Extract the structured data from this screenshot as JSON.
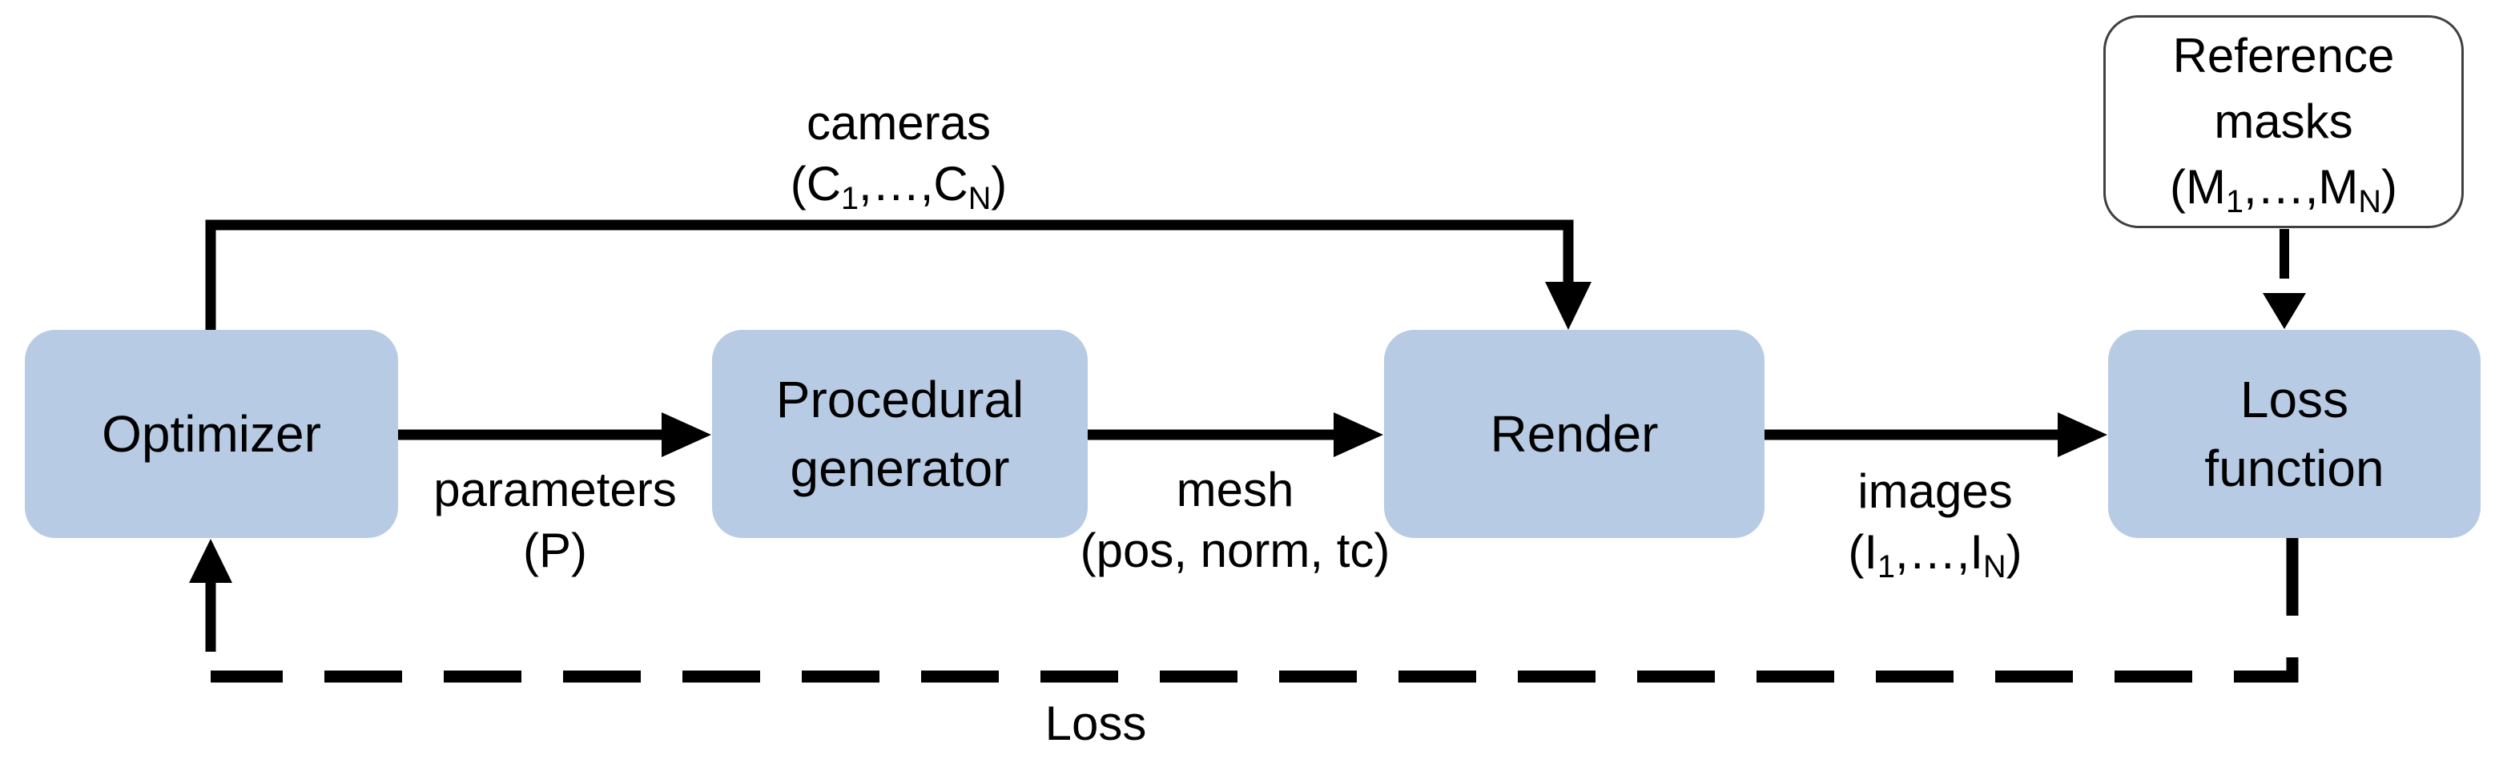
{
  "theme": {
    "background": "#ffffff",
    "node_fill": "#b8cbe4",
    "node_text": "#000000",
    "reference_box_fill": "#ffffff",
    "reference_box_border": "#404040",
    "connector_color": "#000000"
  },
  "nodes": {
    "optimizer": {
      "label": "Optimizer"
    },
    "procedural_generator": {
      "line1": "Procedural",
      "line2": "generator"
    },
    "render": {
      "label": "Render"
    },
    "loss_function": {
      "line1": "Loss",
      "line2": "function"
    },
    "reference_masks": {
      "line1": "Reference",
      "line2": "masks",
      "formula": {
        "pre": "(M",
        "sub1": "1",
        "mid": ",…,M",
        "sub2": "N",
        "post": ")"
      }
    }
  },
  "edges": {
    "parameters": {
      "line1": "parameters",
      "line2": "(P)"
    },
    "mesh": {
      "line1": "mesh",
      "line2": "(pos, norm, tc)"
    },
    "images": {
      "line1": "images",
      "formula": {
        "pre": "(I",
        "sub1": "1",
        "mid": ",…,I",
        "sub2": "N",
        "post": ")"
      }
    },
    "cameras": {
      "line1": "cameras",
      "formula": {
        "pre": "(C",
        "sub1": "1",
        "mid": ",…,C",
        "sub2": "N",
        "post": ")"
      }
    },
    "loss": {
      "label": "Loss"
    }
  }
}
